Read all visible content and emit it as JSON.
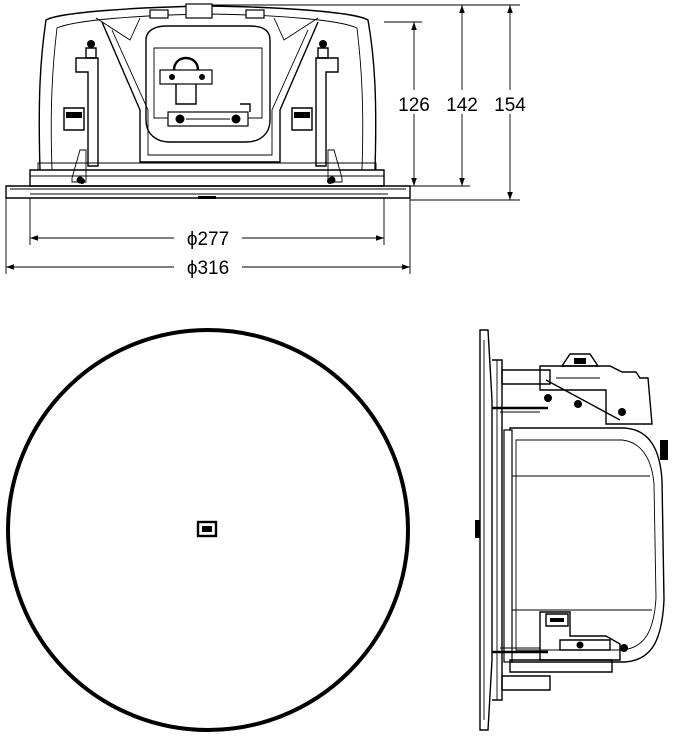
{
  "dimensions": {
    "height_126": "126",
    "height_142": "142",
    "height_154": "154",
    "diameter_277": "ϕ277",
    "diameter_316": "ϕ316"
  }
}
